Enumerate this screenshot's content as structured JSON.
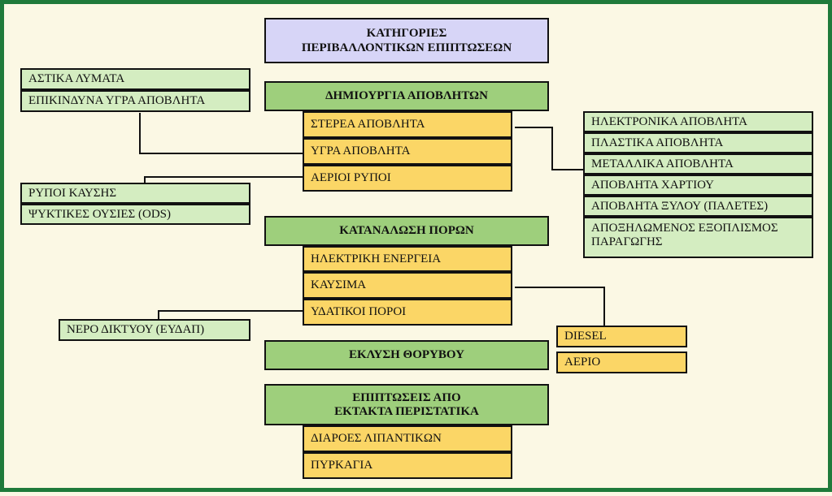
{
  "title": "ΚΑΤΗΓΟΡΙΕΣ\nΠΕΡΙΒΑΛΛΟΝΤΙΚΩΝ ΕΠΙΠΤΩΣΕΩΝ",
  "waste": {
    "header": "ΔΗΜΙΟΥΡΓΙΑ ΑΠΟΒΛΗΤΩΝ",
    "items": [
      "ΣΤΕΡΕΑ ΑΠΟΒΛΗΤΑ",
      "ΥΓΡΑ ΑΠΟΒΛΗΤΑ",
      "ΑΕΡΙΟΙ ΡΥΠΟΙ"
    ],
    "liquid_types": [
      "ΑΣΤΙΚΑ ΛΥΜΑΤΑ",
      "ΕΠΙΚΙΝΔΥΝΑ ΥΓΡΑ ΑΠΟΒΛΗΤΑ"
    ],
    "gas_types": [
      "ΡΥΠΟΙ ΚΑΥΣΗΣ",
      "ΨΥΚΤΙΚΕΣ ΟΥΣΙΕΣ (ODS)"
    ],
    "solid_types": [
      "ΗΛΕΚΤΡΟΝΙΚΑ ΑΠΟΒΛΗΤΑ",
      "ΠΛΑΣΤΙΚΑ ΑΠΟΒΛΗΤΑ",
      "ΜΕΤΑΛΛΙΚΑ ΑΠΟΒΛΗΤΑ",
      "ΑΠΟΒΛΗΤΑ ΧΑΡΤΙΟΥ",
      "ΑΠΟΒΛΗΤΑ ΞΥΛΟΥ (ΠΑΛΕΤΕΣ)",
      "ΑΠΟΞΗΛΩΜΕΝΟΣ ΕΞΟΠΛΙΣΜΟΣ\nΠΑΡΑΓΩΓΗΣ"
    ]
  },
  "resources": {
    "header": "ΚΑΤΑΝΑΛΩΣΗ ΠΟΡΩΝ",
    "items": [
      "ΗΛΕΚΤΡΙΚΗ ΕΝΕΡΓΕΙΑ",
      "ΚΑΥΣΙΜΑ",
      "ΥΔΑΤΙΚΟΙ ΠΟΡΟΙ"
    ],
    "water_types": [
      "ΝΕΡΟ ΔΙΚΤΥΟΥ (ΕΥΔΑΠ)"
    ],
    "fuel_types": [
      "DIESEL",
      "ΑΕΡΙΟ"
    ]
  },
  "noise": {
    "header": "ΕΚΛΥΣΗ ΘΟΡΥΒΟΥ"
  },
  "emergency": {
    "header": "ΕΠΙΠΤΩΣΕΙΣ ΑΠΟ\nΕΚΤΑΚΤΑ ΠΕΡΙΣΤΑΤΙΚΑ",
    "items": [
      "ΔΙΑΡΟΕΣ ΛΙΠΑΝΤΙΚΩΝ",
      "ΠΥΡΚΑΓΙΑ"
    ]
  }
}
